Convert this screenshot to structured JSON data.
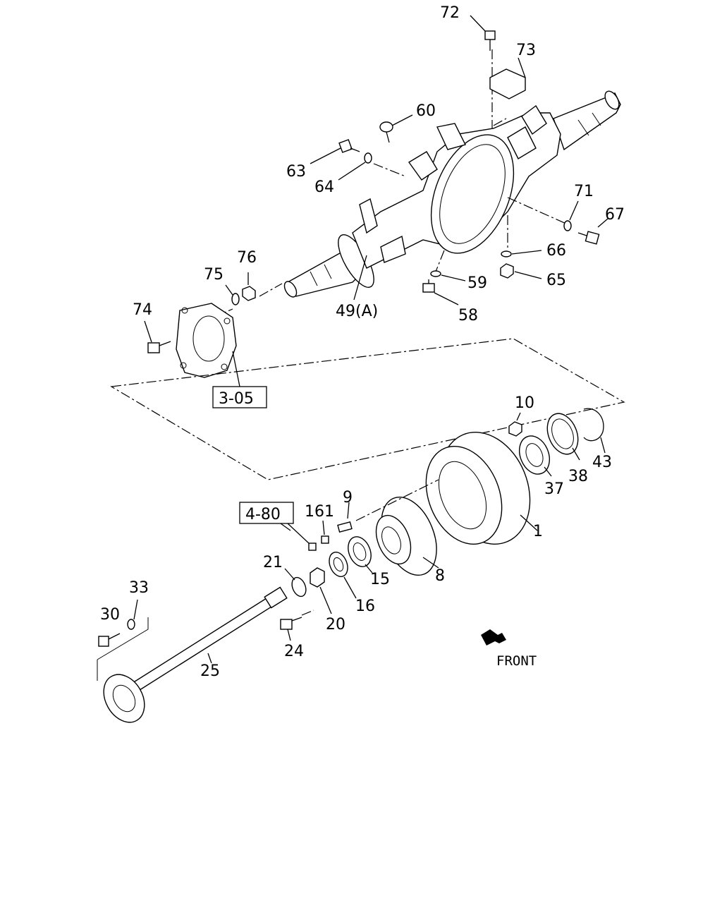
{
  "diagram": {
    "labels": {
      "p72": "72",
      "p73": "73",
      "p60": "60",
      "p63": "63",
      "p64": "64",
      "p71": "71",
      "p67": "67",
      "p66": "66",
      "p65": "65",
      "p59": "59",
      "p58": "58",
      "p49a": "49(A)",
      "p76": "76",
      "p75": "75",
      "p74": "74",
      "p10": "10",
      "p43": "43",
      "p38": "38",
      "p37": "37",
      "p1": "1",
      "p161": "161",
      "p9": "9",
      "p8": "8",
      "p15": "15",
      "p16": "16",
      "p21": "21",
      "p20": "20",
      "p33": "33",
      "p30": "30",
      "p24": "24",
      "p25": "25"
    },
    "refs": {
      "r305": "3-05",
      "r480": "4-80"
    },
    "front_label": "FRONT"
  }
}
